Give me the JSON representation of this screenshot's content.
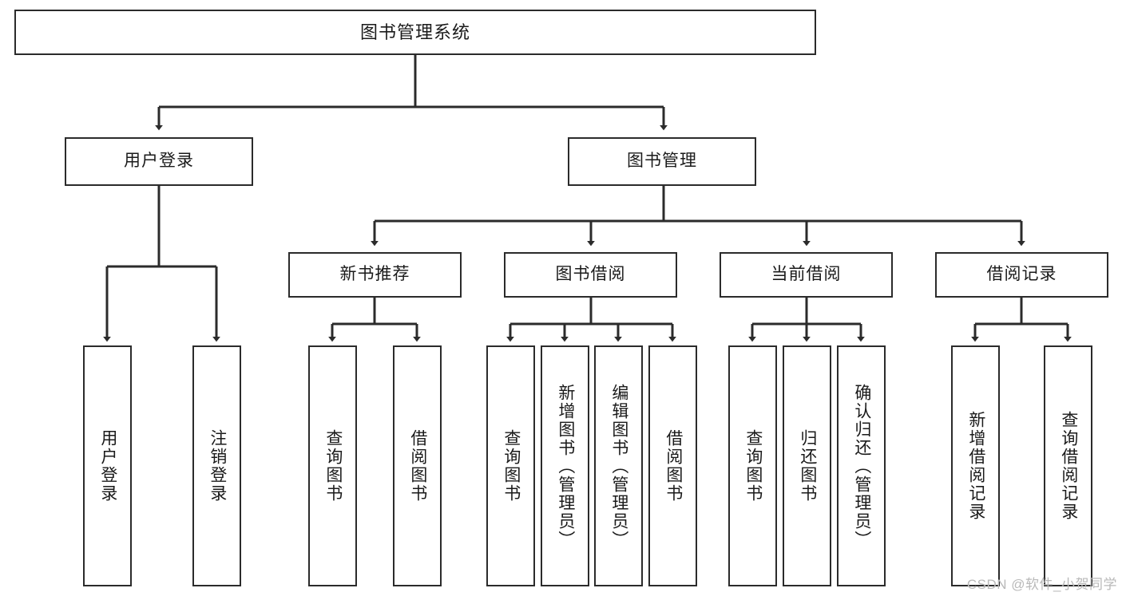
{
  "diagram": {
    "type": "tree",
    "title_node": "图书管理系统",
    "watermark": "CSDN @软件_小贺同学",
    "colors": {
      "stroke": "#2b2b2b",
      "fill": "#ffffff",
      "text": "#1a1a1a",
      "watermark": "#b9b9b9"
    },
    "levels": {
      "level1": [
        "图书管理系统"
      ],
      "level2": [
        "用户登录",
        "图书管理"
      ],
      "level3": [
        "新书推荐",
        "图书借阅",
        "当前借阅",
        "借阅记录"
      ],
      "level4": [
        "用户登录",
        "注销登录",
        "查询图书",
        "借阅图书",
        "查询图书",
        "新增图书（管理员）",
        "编辑图书（管理员）",
        "借阅图书",
        "查询图书",
        "归还图书",
        "确认归还（管理员）",
        "新增借阅记录",
        "查询借阅记录"
      ]
    },
    "nodes": {
      "root": {
        "label": "图书管理系统"
      },
      "user_login": {
        "label": "用户登录"
      },
      "book_manage": {
        "label": "图书管理"
      },
      "new_book_rec": {
        "label": "新书推荐"
      },
      "book_borrow": {
        "label": "图书借阅"
      },
      "current_borrow": {
        "label": "当前借阅"
      },
      "borrow_record": {
        "label": "借阅记录"
      },
      "leaf_user_login": {
        "label": "用户登录"
      },
      "leaf_logout": {
        "label": "注销登录"
      },
      "leaf_query_book_a": {
        "label": "查询图书"
      },
      "leaf_borrow_book_a": {
        "label": "借阅图书"
      },
      "leaf_query_book_b": {
        "label": "查询图书"
      },
      "leaf_add_book": {
        "label": "新增图书（管理员）"
      },
      "leaf_edit_book": {
        "label": "编辑图书（管理员）"
      },
      "leaf_borrow_book_b": {
        "label": "借阅图书"
      },
      "leaf_query_book_c": {
        "label": "查询图书"
      },
      "leaf_return_book": {
        "label": "归还图书"
      },
      "leaf_confirm_return": {
        "label": "确认归还（管理员）"
      },
      "leaf_add_record": {
        "label": "新增借阅记录"
      },
      "leaf_query_record": {
        "label": "查询借阅记录"
      }
    },
    "edges": [
      {
        "from": "图书管理系统",
        "to": "用户登录"
      },
      {
        "from": "图书管理系统",
        "to": "图书管理"
      },
      {
        "from": "用户登录",
        "to": "用户登录"
      },
      {
        "from": "用户登录",
        "to": "注销登录"
      },
      {
        "from": "图书管理",
        "to": "新书推荐"
      },
      {
        "from": "图书管理",
        "to": "图书借阅"
      },
      {
        "from": "图书管理",
        "to": "当前借阅"
      },
      {
        "from": "图书管理",
        "to": "借阅记录"
      },
      {
        "from": "新书推荐",
        "to": "查询图书"
      },
      {
        "from": "新书推荐",
        "to": "借阅图书"
      },
      {
        "from": "图书借阅",
        "to": "查询图书"
      },
      {
        "from": "图书借阅",
        "to": "新增图书（管理员）"
      },
      {
        "from": "图书借阅",
        "to": "编辑图书（管理员）"
      },
      {
        "from": "图书借阅",
        "to": "借阅图书"
      },
      {
        "from": "当前借阅",
        "to": "查询图书"
      },
      {
        "from": "当前借阅",
        "to": "归还图书"
      },
      {
        "from": "当前借阅",
        "to": "确认归还（管理员）"
      },
      {
        "from": "借阅记录",
        "to": "新增借阅记录"
      },
      {
        "from": "借阅记录",
        "to": "查询借阅记录"
      }
    ]
  }
}
